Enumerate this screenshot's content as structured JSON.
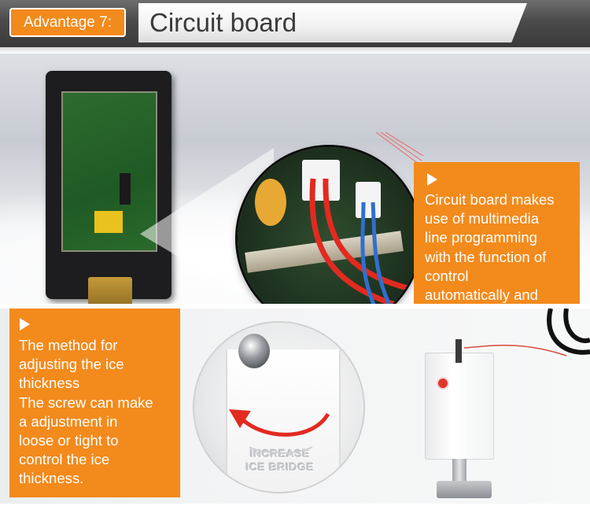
{
  "header": {
    "badge": "Advantage 7:",
    "title": "Circuit board"
  },
  "callout_top": {
    "text": "Circuit board makes\nuse of multimedia\nline programming\nwith the function of\ncontrol\nautomatically and\nfree switching\nsteadily."
  },
  "callout_bottom": {
    "text": "The method for\nadjusting the ice\nthickness\nThe screw can make\na adjustment in\nloose or tight to\ncontrol the ice\nthickness."
  },
  "zoom_bottom": {
    "engraving_line1": "INCREASE",
    "engraving_line2": "ICE BRIDGE"
  },
  "colors": {
    "accent": "#f38a1c",
    "header_bg": "#4a4a4a",
    "wire_red": "#e22a20",
    "wire_blue": "#2f6fd0"
  },
  "icons": {
    "pointer": "play-triangle-icon",
    "arrow": "curved-arrow-icon"
  }
}
